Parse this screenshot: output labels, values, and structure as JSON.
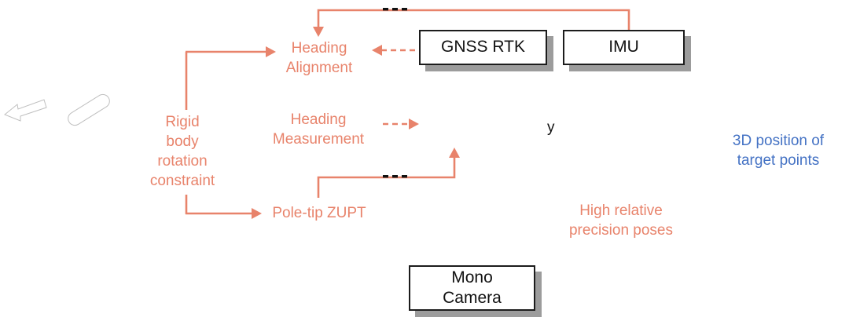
{
  "diagram": {
    "title": "sensor fusion pipeline diagram",
    "colors": {
      "accent_orange": "#E8836B",
      "accent_blue": "#4472C4",
      "box_border": "#1c1c1c",
      "box_shadow": "#919191"
    },
    "nodes": {
      "gnss_rtk": {
        "label": "GNSS RTK"
      },
      "imu": {
        "label": "IMU"
      },
      "mono_camera": {
        "label": "Mono\nCamera"
      }
    },
    "labels": {
      "heading_alignment": "Heading\nAlignment",
      "heading_measurement": "Heading\nMeasurement",
      "pole_tip_zupt": "Pole-tip ZUPT",
      "rigid_body": "Rigid\nbody\nrotation\nconstraint",
      "high_precision": "High relative\nprecision poses",
      "target_points": "3D position of\ntarget points",
      "stray_glyph": "y"
    }
  }
}
